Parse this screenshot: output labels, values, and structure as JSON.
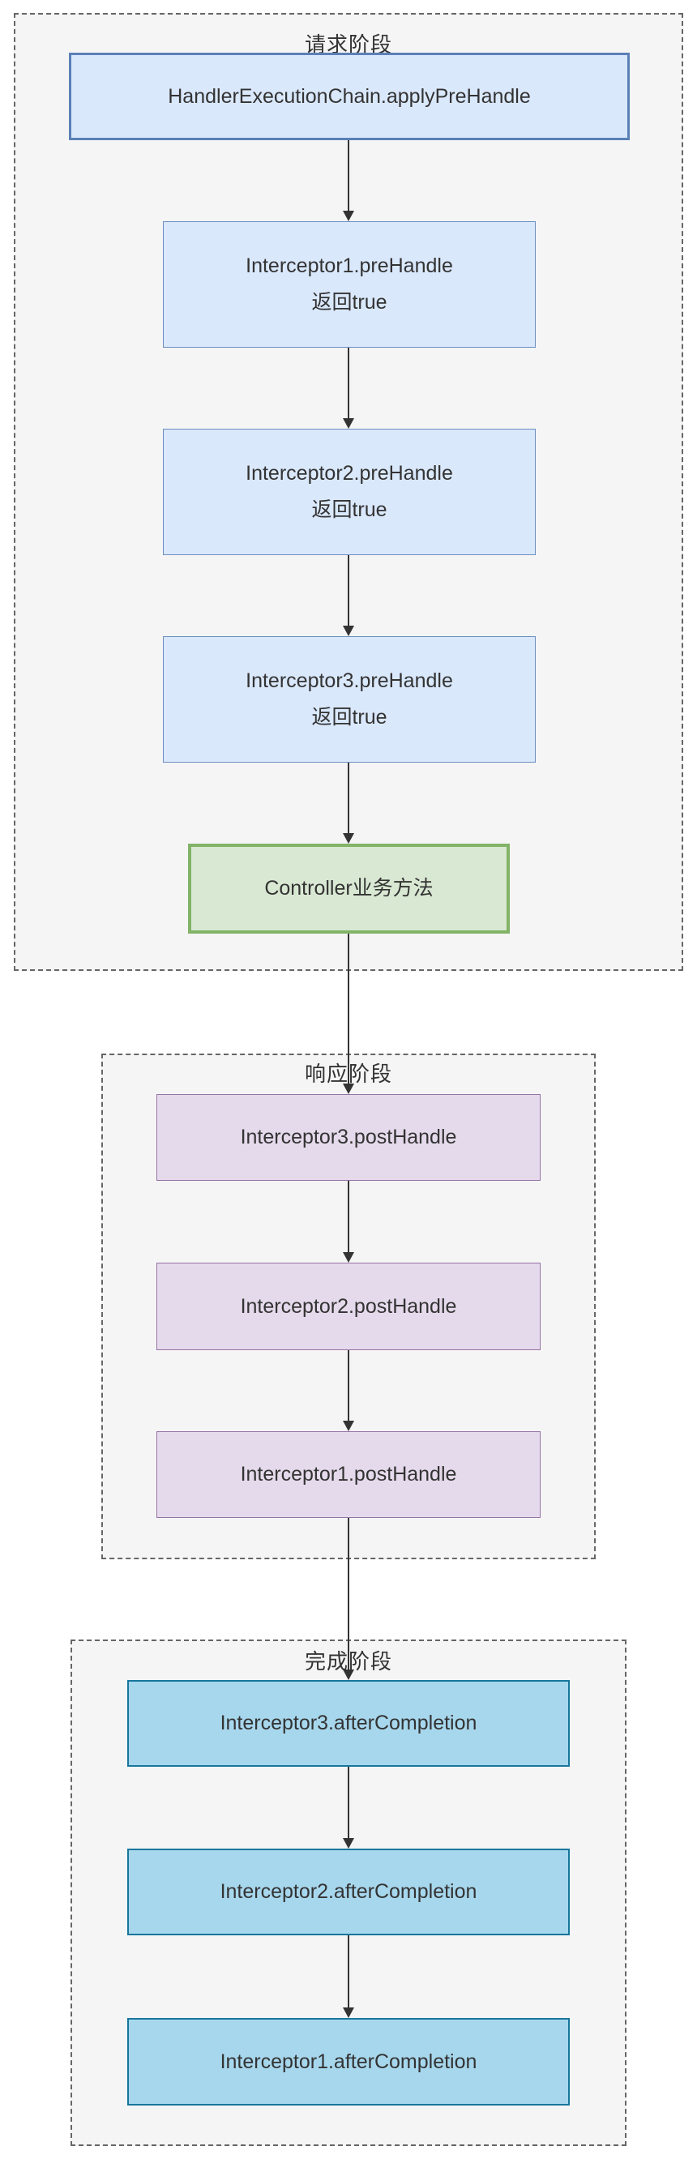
{
  "diagram": {
    "phases": {
      "request": "请求阶段",
      "response": "响应阶段",
      "completion": "完成阶段"
    },
    "nodes": {
      "entry": {
        "label": "HandlerExecutionChain.applyPreHandle"
      },
      "pre1": {
        "line1": "Interceptor1.preHandle",
        "line2": "返回true"
      },
      "pre2": {
        "line1": "Interceptor2.preHandle",
        "line2": "返回true"
      },
      "pre3": {
        "line1": "Interceptor3.preHandle",
        "line2": "返回true"
      },
      "controller": {
        "label": "Controller业务方法"
      },
      "post3": {
        "label": "Interceptor3.postHandle"
      },
      "post2": {
        "label": "Interceptor2.postHandle"
      },
      "post1": {
        "label": "Interceptor1.postHandle"
      },
      "after3": {
        "label": "Interceptor3.afterCompletion"
      },
      "after2": {
        "label": "Interceptor2.afterCompletion"
      },
      "after1": {
        "label": "Interceptor1.afterCompletion"
      }
    },
    "colors": {
      "entry_fill": "#dae8fc",
      "entry_stroke": "#5b80b6",
      "pre_fill": "#dae8fc",
      "pre_stroke": "#6c8ebf",
      "controller_fill": "#d9e8d3",
      "controller_stroke": "#82b366",
      "post_fill": "#e5daeb",
      "post_stroke": "#9673a6",
      "after_fill": "#a7d7ed",
      "after_stroke": "#17769c",
      "arrow": "#333333",
      "phase_bg": "#f5f5f5",
      "phase_border": "#666666",
      "text": "#333333"
    }
  }
}
